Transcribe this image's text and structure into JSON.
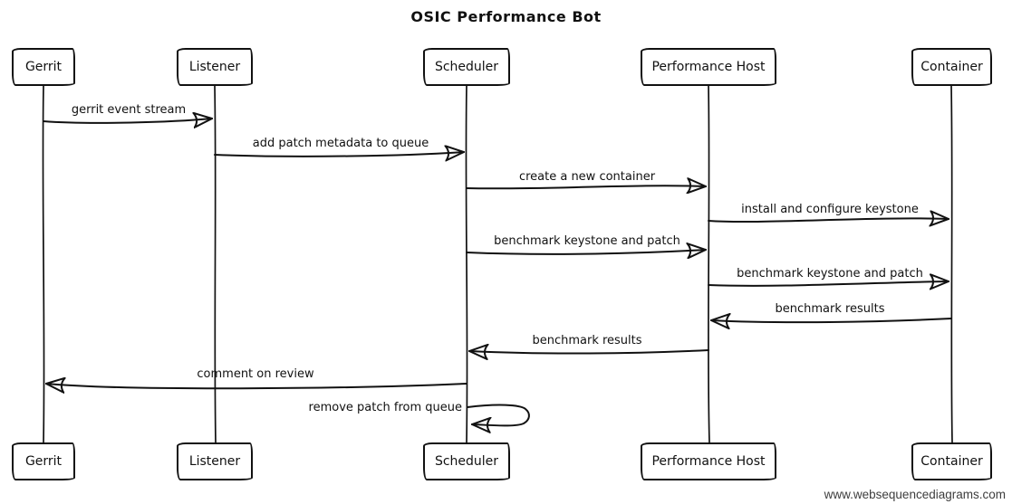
{
  "title": "OSIC Performance Bot",
  "watermark": "www.websequencediagrams.com",
  "style": {
    "stroke_color": "#111111",
    "background_color": "#ffffff",
    "watermark_color": "#3d3d3d",
    "look": "hand-drawn sketch"
  },
  "actors": [
    {
      "name": "Gerrit"
    },
    {
      "name": "Listener"
    },
    {
      "name": "Scheduler"
    },
    {
      "name": "Performance Host"
    },
    {
      "name": "Container"
    }
  ],
  "messages": [
    {
      "label": "gerrit event stream",
      "from": "Gerrit",
      "to": "Listener",
      "direction": "right"
    },
    {
      "label": "add patch metadata to queue",
      "from": "Listener",
      "to": "Scheduler",
      "direction": "right"
    },
    {
      "label": "create a new container",
      "from": "Scheduler",
      "to": "Performance Host",
      "direction": "right"
    },
    {
      "label": "install and configure keystone",
      "from": "Performance Host",
      "to": "Container",
      "direction": "right"
    },
    {
      "label": "benchmark keystone and patch",
      "from": "Scheduler",
      "to": "Performance Host",
      "direction": "right"
    },
    {
      "label": "benchmark keystone and patch",
      "from": "Performance Host",
      "to": "Container",
      "direction": "right"
    },
    {
      "label": "benchmark results",
      "from": "Container",
      "to": "Performance Host",
      "direction": "left"
    },
    {
      "label": "benchmark results",
      "from": "Performance Host",
      "to": "Scheduler",
      "direction": "left"
    },
    {
      "label": "comment on review",
      "from": "Scheduler",
      "to": "Gerrit",
      "direction": "left"
    },
    {
      "label": "remove patch from queue",
      "from": "Scheduler",
      "to": "Scheduler",
      "direction": "self"
    }
  ]
}
